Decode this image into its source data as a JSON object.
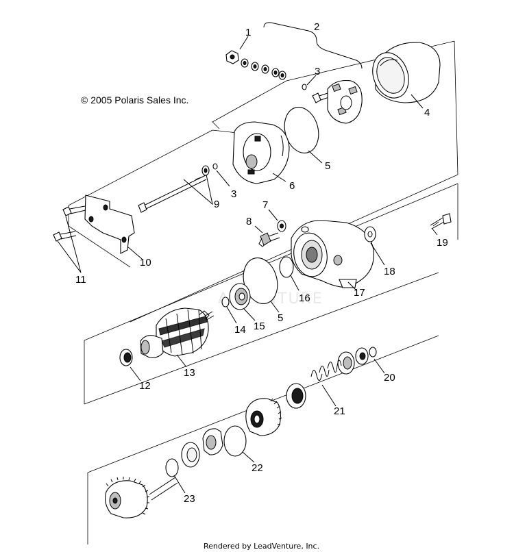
{
  "copyright": "© 2005 Polaris Sales Inc.",
  "footer": "Rendered by LeadVenture, Inc.",
  "watermark": "ADVENTURE",
  "callouts": {
    "c1": "1",
    "c2": "2",
    "c3a": "3",
    "c3b": "3",
    "c4": "4",
    "c5a": "5",
    "c5b": "5",
    "c6": "6",
    "c7": "7",
    "c8": "8",
    "c9": "9",
    "c10": "10",
    "c11": "11",
    "c12": "12",
    "c13": "13",
    "c14": "14",
    "c15": "15",
    "c16": "16",
    "c17": "17",
    "c18": "18",
    "c19": "19",
    "c20": "20",
    "c21": "21",
    "c22": "22",
    "c23": "23"
  }
}
